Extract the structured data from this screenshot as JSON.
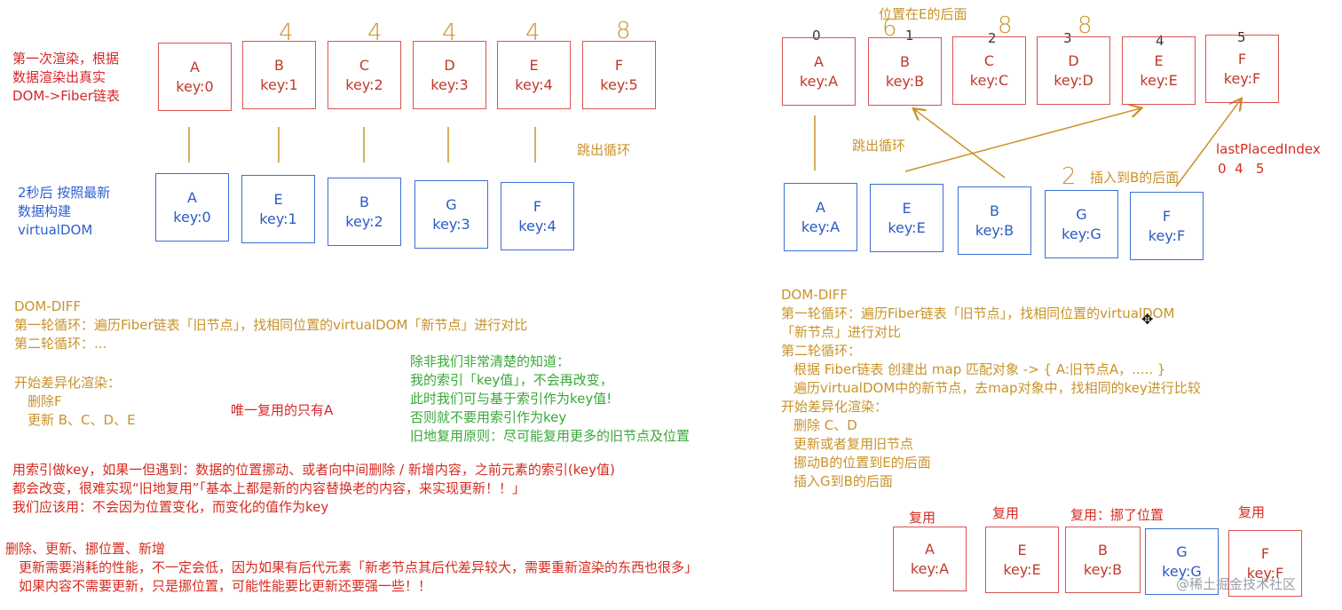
{
  "left": {
    "first_render_label": [
      "第一次渲染，根据",
      "数据渲染出真实",
      "DOM->Fiber链表"
    ],
    "old_nodes": [
      {
        "name": "A",
        "key": "key:0",
        "hand": ""
      },
      {
        "name": "B",
        "key": "key:1",
        "hand": "4"
      },
      {
        "name": "C",
        "key": "key:2",
        "hand": "4"
      },
      {
        "name": "D",
        "key": "key:3",
        "hand": "4"
      },
      {
        "name": "E",
        "key": "key:4",
        "hand": "4"
      },
      {
        "name": "F",
        "key": "key:5",
        "hand": "8"
      }
    ],
    "jump_out": "跳出循环",
    "new_label": [
      "2秒后 按照最新",
      "数据构建",
      "virtualDOM"
    ],
    "new_nodes": [
      {
        "name": "A",
        "key": "key:0"
      },
      {
        "name": "E",
        "key": "key:1"
      },
      {
        "name": "B",
        "key": "key:2"
      },
      {
        "name": "G",
        "key": "key:3"
      },
      {
        "name": "F",
        "key": "key:4"
      }
    ],
    "diff_title": "DOM-DIFF",
    "diff_lines": [
      "第一轮循环：遍历Fiber链表「旧节点」，找相同位置的virtualDOM「新节点」进行对比",
      "第二轮循环：..."
    ],
    "start_lines": [
      "开始差异化渲染：",
      "删除F",
      "更新 B、C、D、E"
    ],
    "only_reuse": "唯一复用的只有A",
    "green_lines": [
      "除非我们非常清楚的知道：",
      "我的索引「key值」，不会再改变，",
      "此时我们可与基于索引作为key值!",
      "否则就不要用索引作为key",
      "旧地复用原则：尽可能复用更多的旧节点及位置"
    ],
    "index_lines": [
      "用索引做key，如果一但遇到：数据的位置挪动、或者向中间删除 / 新增内容，之前元素的索引(key值)",
      "都会改变，很难实现“旧地复用”「基本上都是新的内容替换老的内容，来实现更新！！」",
      "我们应该用：不会因为位置变化，而变化的值作为key"
    ],
    "bottom_lines": [
      "删除、更新、挪位置、新增",
      "更新需要消耗的性能，不一定会低，因为如果有后代元素「新老节点其后代差异较大，需要重新渲染的东西也很多」",
      "如果内容不需要更新，只是挪位置，可能性能要比更新还要强一些！！"
    ]
  },
  "right": {
    "position_label": "位置在E的后面",
    "old_nodes": [
      {
        "name": "A",
        "key": "key:A",
        "index": "0"
      },
      {
        "name": "B",
        "key": "key:B",
        "index": "1"
      },
      {
        "name": "C",
        "key": "key:C",
        "index": "2"
      },
      {
        "name": "D",
        "key": "key:D",
        "index": "3"
      },
      {
        "name": "E",
        "key": "key:E",
        "index": "4"
      },
      {
        "name": "F",
        "key": "key:F",
        "index": "5"
      }
    ],
    "hand_marks": [
      "6",
      "8",
      "8",
      "2"
    ],
    "jump_out": "跳出循环",
    "insert_label": "插入到B的后面",
    "last_placed_index": "lastPlacedIndex",
    "last_placed_values": "0  4   5",
    "new_nodes": [
      {
        "name": "A",
        "key": "key:A"
      },
      {
        "name": "E",
        "key": "key:E"
      },
      {
        "name": "B",
        "key": "key:B"
      },
      {
        "name": "G",
        "key": "key:G"
      },
      {
        "name": "F",
        "key": "key:F"
      }
    ],
    "diff_title": "DOM-DIFF",
    "diff_lines": [
      "第一轮循环：遍历Fiber链表「旧节点」，找相同位置的virtualDOM",
      "「新节点」进行对比",
      "第二轮循环：",
      "根据 Fiber链表 创建出 map 匹配对象 -> { A:旧节点A，..... }",
      "遍历virtualDOM中的新节点，去map对象中，找相同的key进行比较",
      "开始差异化渲染：",
      "删除 C、D",
      "更新或者复用旧节点",
      "挪动B的位置到E的后面",
      "插入G到B的后面"
    ],
    "result_labels": [
      "复用",
      "复用",
      "复用：挪了位置",
      "",
      "复用"
    ],
    "result_nodes": [
      {
        "name": "A",
        "key": "key:A"
      },
      {
        "name": "E",
        "key": "key:E"
      },
      {
        "name": "B",
        "key": "key:B"
      },
      {
        "name": "G",
        "key": "key:G"
      },
      {
        "name": "F",
        "key": "key:F"
      }
    ]
  },
  "watermark": "@稀土掘金技术社区",
  "colors": {
    "red": "#d7262b",
    "blue": "#2d5fd0",
    "gold": "#c9932a",
    "green": "#3aa83a"
  }
}
